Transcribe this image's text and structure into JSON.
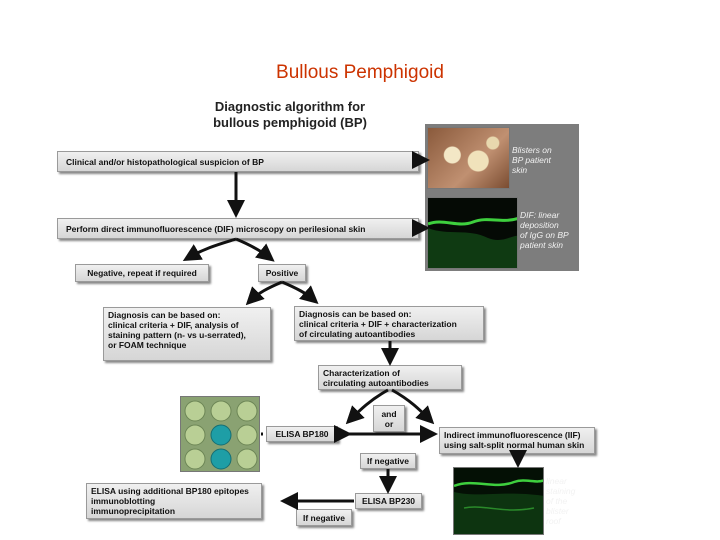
{
  "page_title": "Bullous Pemphigoid",
  "figure_title": [
    "Diagnostic algorithm for",
    "bullous pemphigoid (BP)"
  ],
  "boxes": {
    "suspicion": "Clinical and/or histopathological suspicion of BP",
    "dif": "Perform direct immunofluorescence (DIF) microscopy on perilesional skin",
    "negative": "Negative, repeat if required",
    "positive": "Positive",
    "diag_left": [
      "Diagnosis can be based on:",
      "clinical criteria + DIF, analysis of",
      "staining pattern (n- vs u-serrated),",
      "or FOAM technique"
    ],
    "diag_right": [
      "Diagnosis can be based on:",
      "clinical criteria + DIF + characterization",
      "of circulating autoantibodies"
    ],
    "characterization": [
      "Characterization of",
      "circulating autoantibodies"
    ],
    "and_or": [
      "and",
      "or"
    ],
    "elisa180": "ELISA BP180",
    "iif": [
      "Indirect immunofluorescence (IIF)",
      "using salt-split normal human skin"
    ],
    "if_negative_1": "If negative",
    "elisa230": "ELISA BP230",
    "additional": [
      "ELISA using additional BP180 epitopes",
      "immunoblotting",
      "immunoprecipitation"
    ],
    "if_negative_2": "If negative"
  },
  "photos": {
    "blisters": [
      "Blisters on",
      "BP patient",
      "skin"
    ],
    "dif_img": [
      "DIF: linear",
      "deposition",
      "of IgG on BP",
      "patient skin"
    ],
    "iif_img": [
      "linear",
      "staining",
      "of the",
      "blister",
      "roof"
    ]
  },
  "colors": {
    "title": "#cc3300",
    "box_fill": "#e4e4e4",
    "photo_band": "#7d7d7d",
    "fluor": "#3ecf3e"
  }
}
